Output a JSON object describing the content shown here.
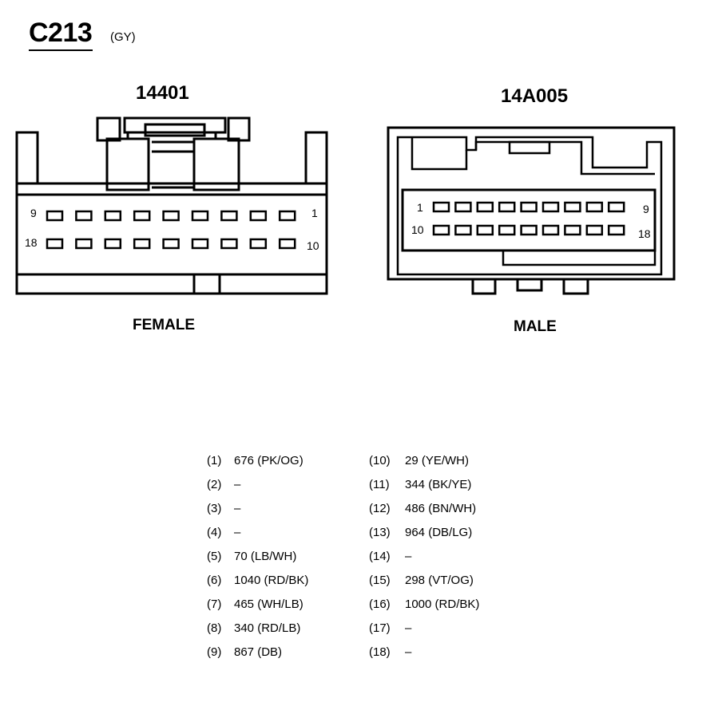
{
  "connector": {
    "id": "C213",
    "color": "(GY)"
  },
  "female": {
    "part_number": "14401",
    "label": "FEMALE",
    "pin_label_top_left": "9",
    "pin_label_top_right": "1",
    "pin_label_bottom_left": "18",
    "pin_label_bottom_right": "10"
  },
  "male": {
    "part_number": "14A005",
    "label": "MALE",
    "pin_label_top_left": "1",
    "pin_label_top_right": "9",
    "pin_label_bottom_left": "10",
    "pin_label_bottom_right": "18"
  },
  "pins_left": [
    {
      "num": "(1)",
      "wire": "676 (PK/OG)"
    },
    {
      "num": "(2)",
      "wire": "–"
    },
    {
      "num": "(3)",
      "wire": "–"
    },
    {
      "num": "(4)",
      "wire": "–"
    },
    {
      "num": "(5)",
      "wire": "70 (LB/WH)"
    },
    {
      "num": "(6)",
      "wire": "1040 (RD/BK)"
    },
    {
      "num": "(7)",
      "wire": "465 (WH/LB)"
    },
    {
      "num": "(8)",
      "wire": "340 (RD/LB)"
    },
    {
      "num": "(9)",
      "wire": "867 (DB)"
    }
  ],
  "pins_right": [
    {
      "num": "(10)",
      "wire": "29 (YE/WH)"
    },
    {
      "num": "(11)",
      "wire": "344 (BK/YE)"
    },
    {
      "num": "(12)",
      "wire": "486 (BN/WH)"
    },
    {
      "num": "(13)",
      "wire": "964 (DB/LG)"
    },
    {
      "num": "(14)",
      "wire": "–"
    },
    {
      "num": "(15)",
      "wire": "298 (VT/OG)"
    },
    {
      "num": "(16)",
      "wire": "1000 (RD/BK)"
    },
    {
      "num": "(17)",
      "wire": "–"
    },
    {
      "num": "(18)",
      "wire": "–"
    }
  ]
}
